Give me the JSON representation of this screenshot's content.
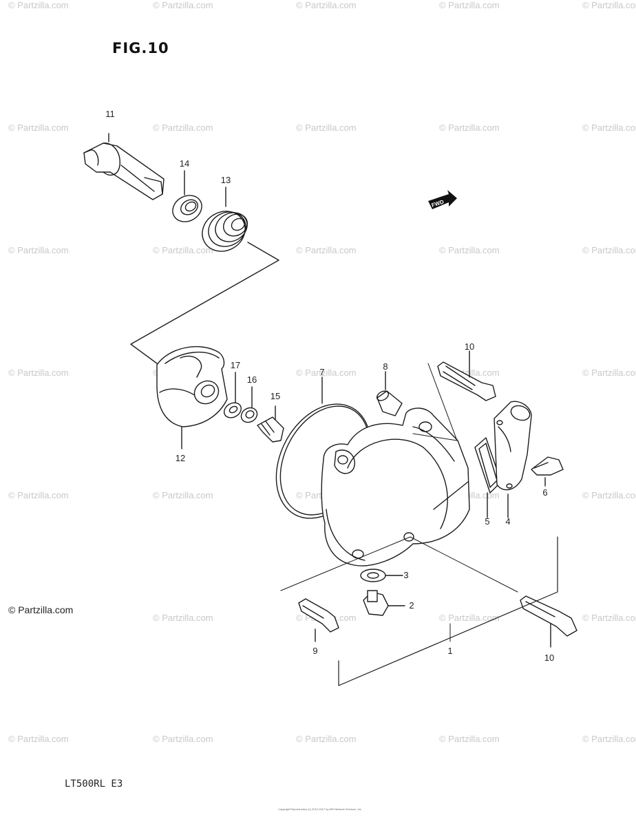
{
  "figure": {
    "title": "FIG.10",
    "model_code": "LT500RL E3",
    "copyright": "Copyright\nReproduction (c) 2012-2017 by ARI Network Services, Inc."
  },
  "watermark": {
    "text": "© Partzilla.com",
    "strong_text": "© Partzilla.com"
  },
  "callouts": [
    "11",
    "14",
    "13",
    "17",
    "16",
    "15",
    "12",
    "7",
    "8",
    "10",
    "6",
    "5",
    "4",
    "3",
    "2",
    "9",
    "1",
    "10"
  ],
  "fwd_label": "FWD"
}
